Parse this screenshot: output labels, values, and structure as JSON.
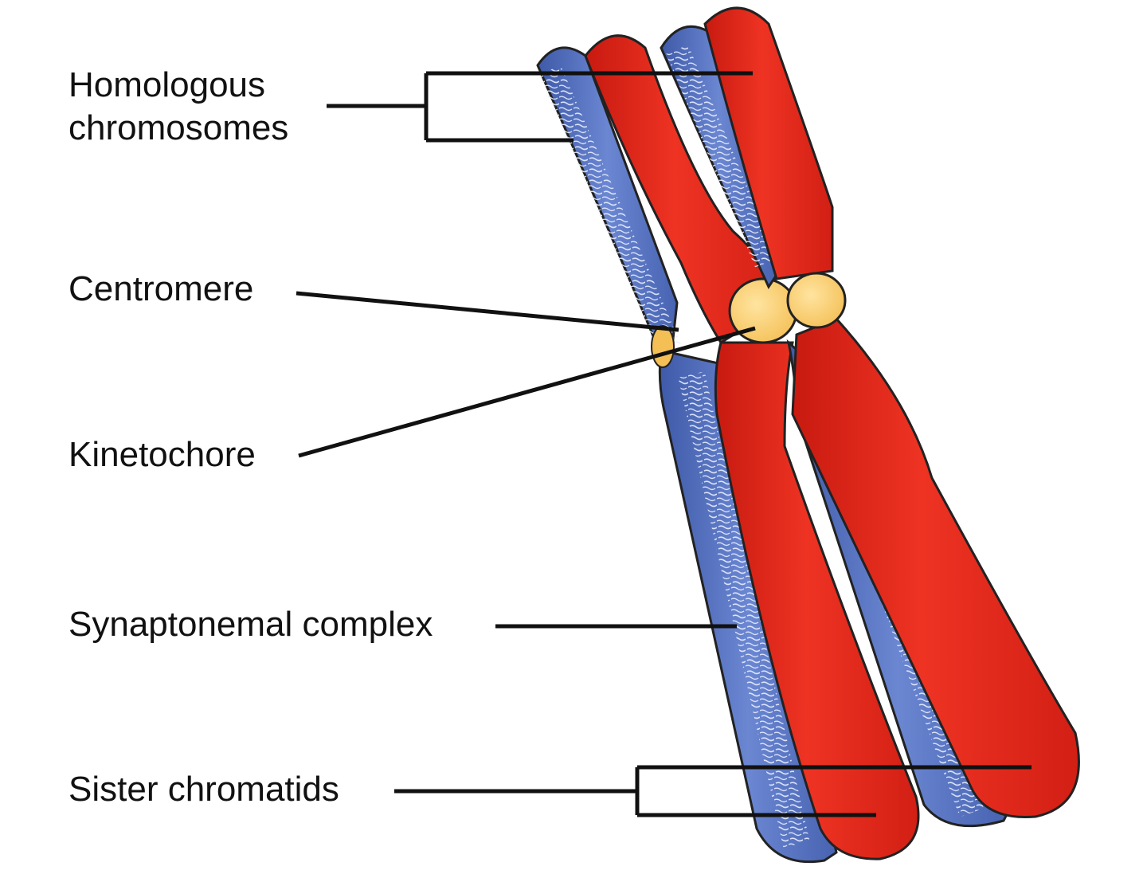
{
  "labels": {
    "homologous_line1": "Homologous",
    "homologous_line2": "chromosomes",
    "centromere": "Centromere",
    "kinetochore": "Kinetochore",
    "synaptonemal": "Synaptonemal complex",
    "sister": "Sister chromatids"
  },
  "colors": {
    "chromatid_red": "#e8281c",
    "chromatid_blue": "#5a79c8",
    "centromere_yellow": "#fcd071",
    "outline": "#222222",
    "leader_line": "#111111"
  }
}
